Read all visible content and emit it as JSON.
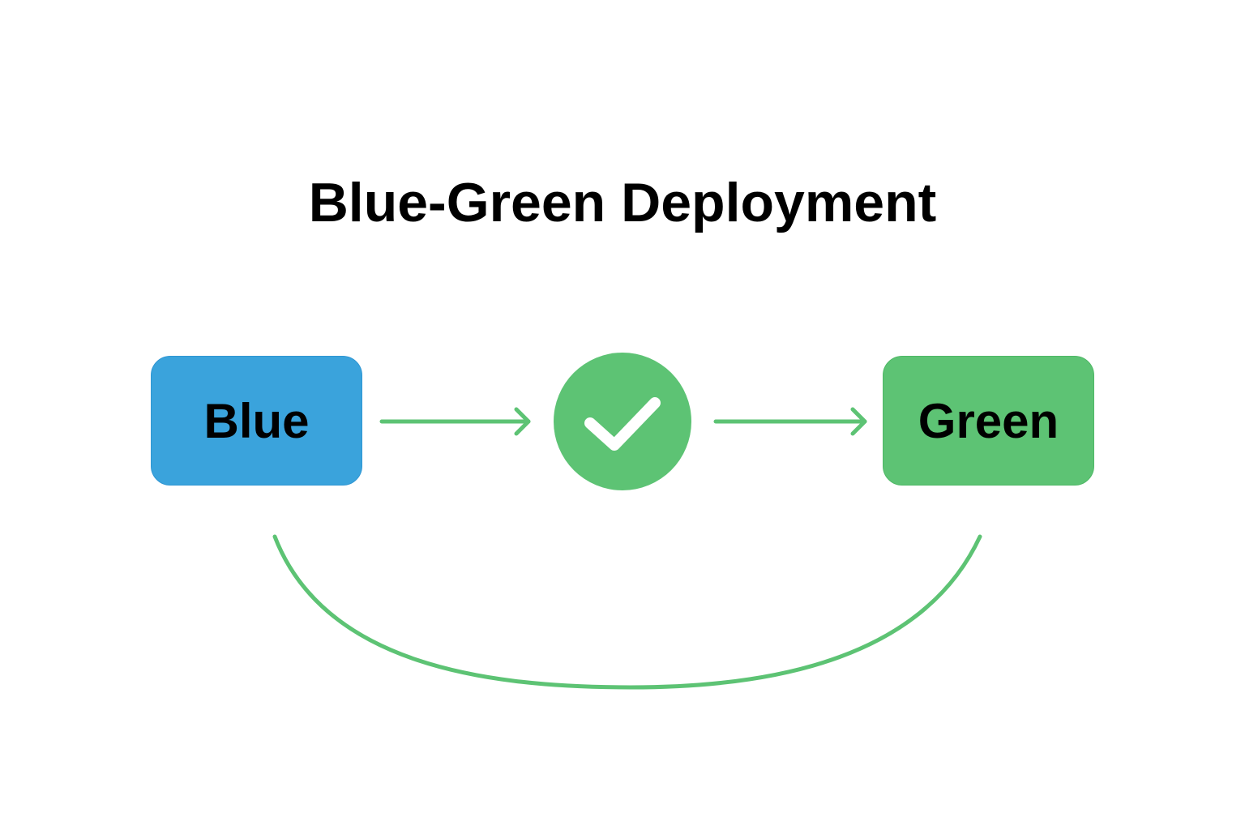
{
  "diagram": {
    "title": "Blue-Green Deployment",
    "nodes": [
      {
        "id": "blue",
        "label": "Blue",
        "color": "#3aa3dc"
      },
      {
        "id": "check",
        "label": "",
        "icon": "check-circle-icon",
        "color": "#5dc374"
      },
      {
        "id": "green",
        "label": "Green",
        "color": "#5dc374"
      }
    ],
    "edges": [
      {
        "from": "blue",
        "to": "check",
        "type": "arrow"
      },
      {
        "from": "check",
        "to": "green",
        "type": "arrow"
      },
      {
        "from": "blue",
        "to": "green",
        "type": "curved-connector"
      }
    ],
    "colors": {
      "accent_green": "#5dc374",
      "accent_blue": "#3aa3dc",
      "text": "#000000",
      "background": "#ffffff"
    }
  }
}
